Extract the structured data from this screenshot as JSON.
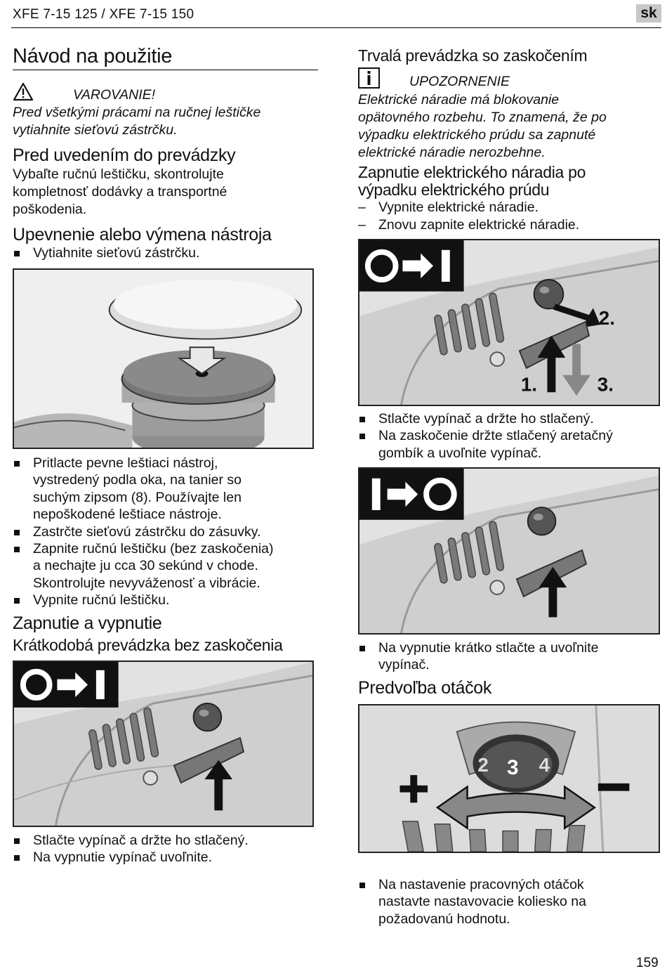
{
  "header": {
    "title": "XFE 7-15 125 / XFE 7-15 150",
    "lang_badge": "sk"
  },
  "left": {
    "main_title": "Návod na použitie",
    "warning": {
      "label": "VAROVANIE!",
      "text_1": "Pred všetkými prácami na ručnej leštičke",
      "text_2": "vytiahnite sieťovú zástrčku."
    },
    "pred_uvedenim": {
      "title": "Pred uvedením do prevádzky",
      "line_1": "Vybaľte ručnú leštičku, skontrolujte",
      "line_2": "kompletnosť dodávky a transportné",
      "line_3": "poškodenia."
    },
    "upevnenie": {
      "title": "Upevnenie alebo výmena nástroja",
      "bullet_1": "Vytiahnite sieťovú zástrčku."
    },
    "steps": [
      {
        "lines": [
          "Pritlacte pevne leštiaci nástroj,",
          "vystredený podla oka, na tanier so",
          "suchým zipsom (8). Používajte len",
          "nepoškodené leštiace nástroje."
        ]
      },
      {
        "lines": [
          "Zastrčte sieťovú zástrčku do zásuvky."
        ]
      },
      {
        "lines": [
          "Zapnite ručnú leštičku (bez zaskočenia)",
          "a nechajte ju cca 30 sekúnd v chode.",
          "Skontrolujte nevyváženosť a vibrácie."
        ]
      },
      {
        "lines": [
          "Vypnite ručnú leštičku."
        ]
      }
    ],
    "zapnutie": {
      "title": "Zapnutie a vypnutie",
      "subtitle": "Krátkodobá prevádzka bez zaskočenia"
    },
    "short_bullets": [
      "Stlačte vypínač a držte ho stlačený.",
      "Na vypnutie vypínač uvoľnite."
    ]
  },
  "right": {
    "trvala": {
      "title": "Trvalá prevádzka so zaskočením"
    },
    "notice": {
      "label": "UPOZORNENIE",
      "lines": [
        "Elektrické náradie má blokovanie",
        "opätovného rozbehu. To znamená, že po",
        "výpadku elektrického prúdu sa zapnuté",
        "elektrické náradie nerozbehne."
      ]
    },
    "restart": {
      "title_1": "Zapnutie elektrického náradia po",
      "title_2": "výpadku elektrického prúdu",
      "dash_1": "Vypnite elektrické náradie.",
      "dash_2": "Znovu zapnite elektrické náradie."
    },
    "lock_bullets": [
      {
        "lines": [
          "Stlačte vypínač a držte ho stlačený."
        ]
      },
      {
        "lines": [
          "Na zaskočenie držte stlačený aretačný",
          "gombík a uvoľnite vypínač."
        ]
      }
    ],
    "off_bullet": {
      "lines": [
        "Na vypnutie krátko stlačte a uvoľnite",
        "vypínač."
      ]
    },
    "speed": {
      "title": "Predvoľba otáčok",
      "bullet": {
        "lines": [
          "Na nastavenie pracovných otáčok",
          "nastavte nastavovacie koliesko na",
          "požadovanú hodnotu."
        ]
      }
    }
  },
  "figure_labels": {
    "step_1": "1.",
    "step_2": "2.",
    "step_3": "3.",
    "dial_2": "2",
    "dial_3": "3",
    "dial_4": "4",
    "plus": "+",
    "minus": "–"
  },
  "icons": [
    "warning-triangle-icon",
    "info-icon",
    "switch-on-icon",
    "switch-off-icon",
    "arrow-up-icon",
    "arrow-down-icon",
    "arrow-double-icon"
  ],
  "page_number": "159"
}
